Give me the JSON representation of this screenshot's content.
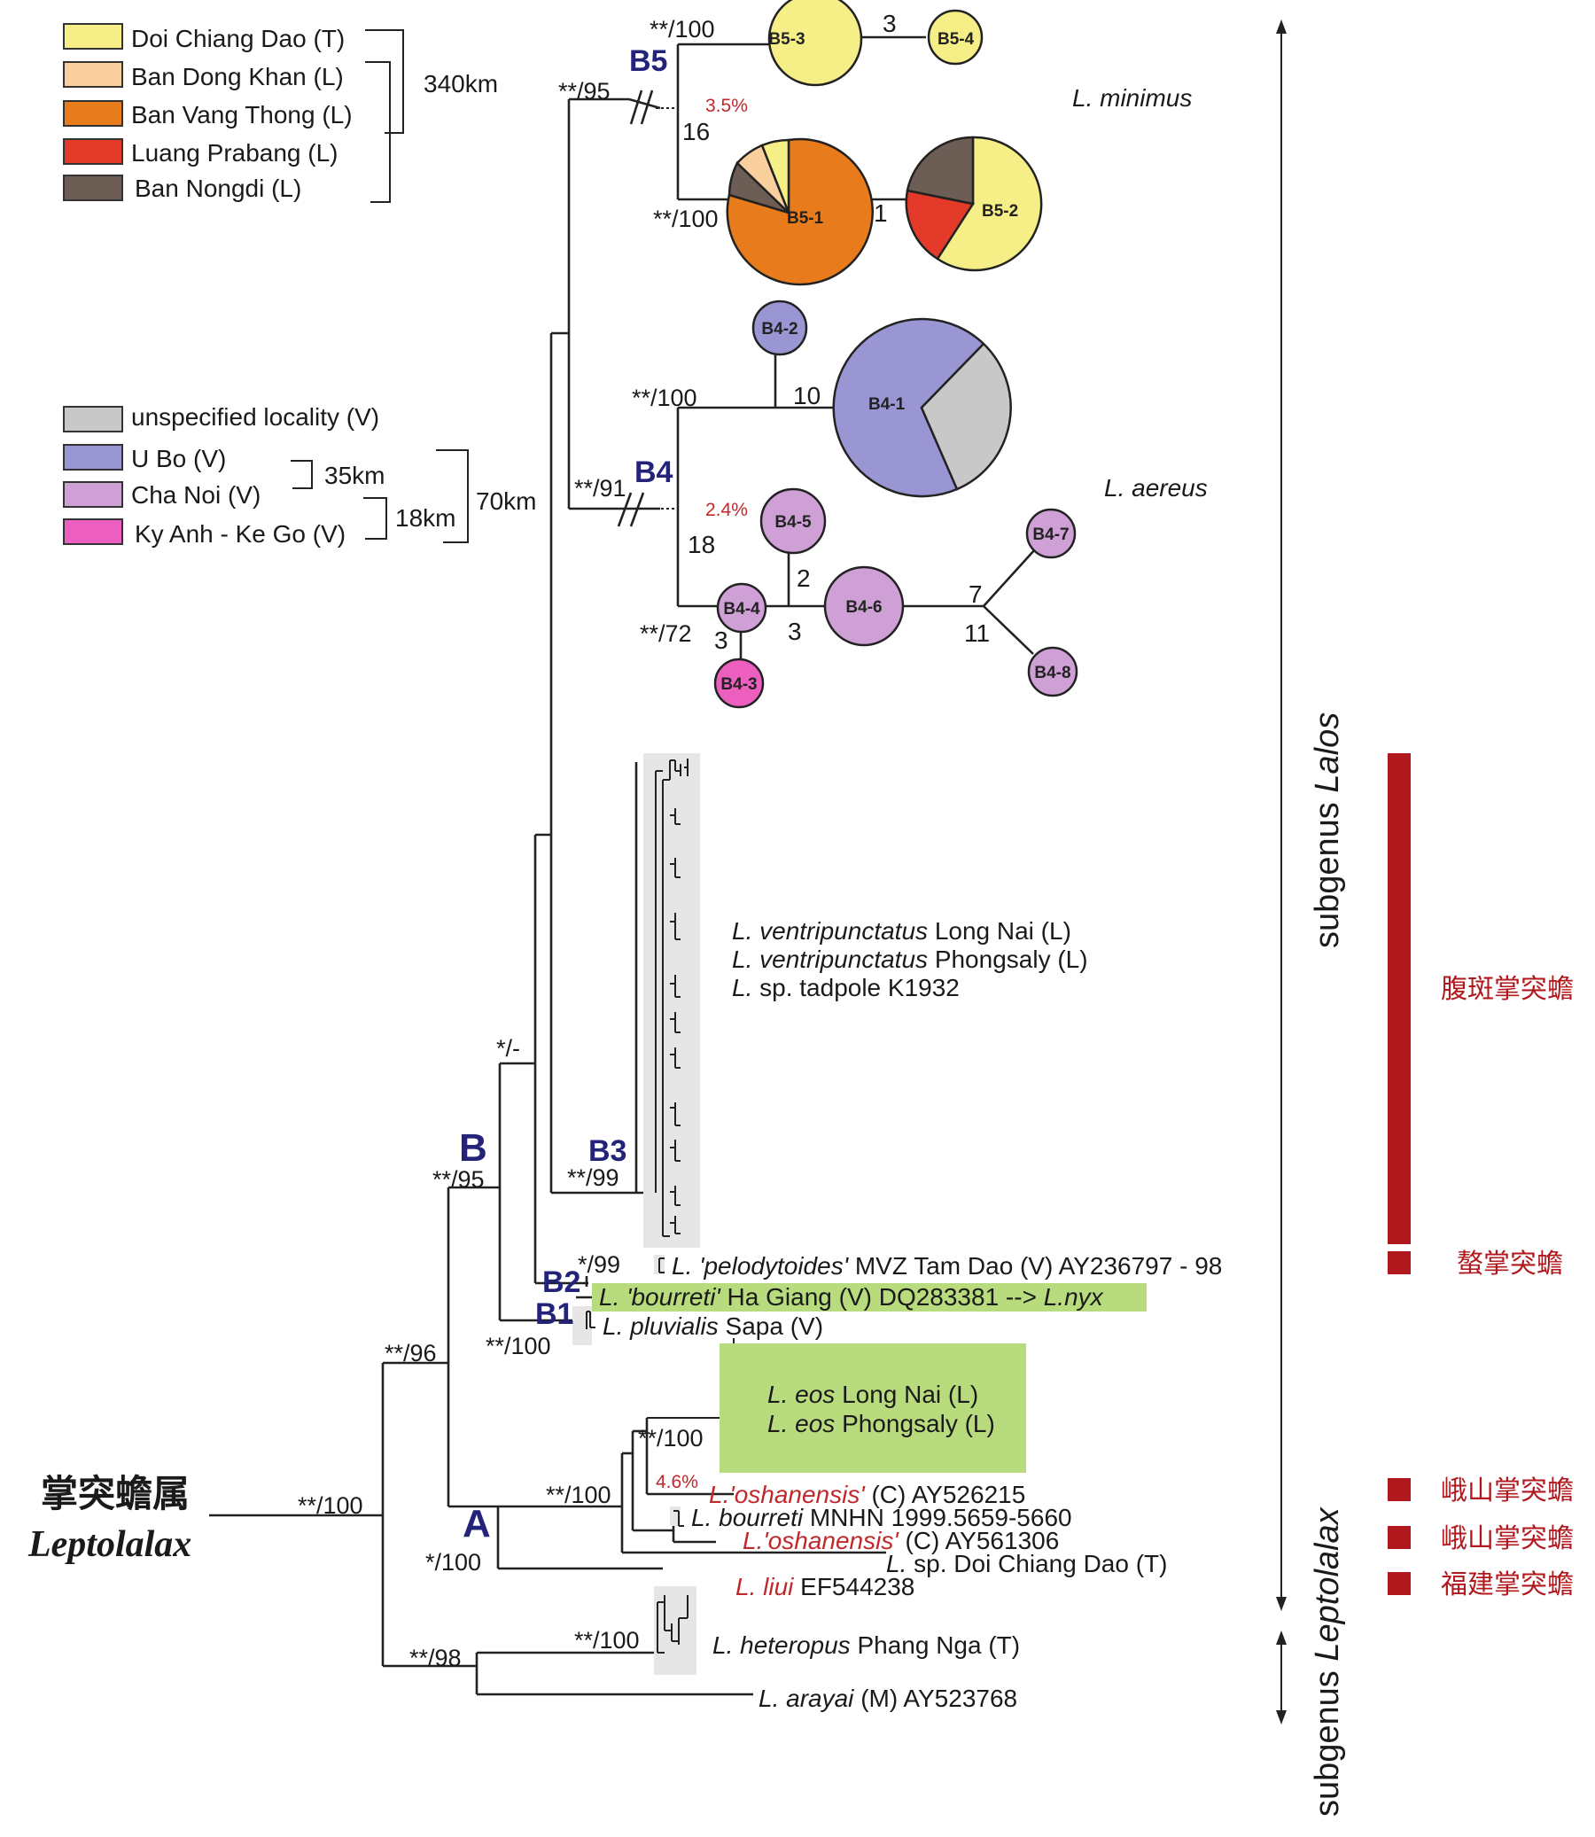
{
  "colors": {
    "yellow": "#f6ee86",
    "light_orange": "#f8cf9d",
    "orange": "#e87b1c",
    "red": "#e43a2a",
    "brown": "#6c5d55",
    "gray": "#c8c8c8",
    "blue_purple": "#9a96d4",
    "light_purple": "#cfa0d6",
    "pink": "#ec5fbe",
    "clade_blue": "#23237a",
    "highlight_green": "#b7db7d",
    "shade_gray": "#e6e6e6",
    "chinese_red": "#b0181d"
  },
  "legend_top": {
    "items": [
      {
        "label": "Doi Chiang Dao (T)",
        "color": "#f6ee86"
      },
      {
        "label": "Ban Dong Khan (L)",
        "color": "#f8cf9d"
      },
      {
        "label": "Ban Vang Thong (L)",
        "color": "#e87b1c"
      },
      {
        "label": "Luang Prabang (L)",
        "color": "#e43a2a"
      },
      {
        "label": "Ban Nongdi (L)",
        "color": "#6c5d55"
      }
    ],
    "distance": "340km"
  },
  "legend_mid": {
    "items": [
      {
        "label": "unspecified locality (V)",
        "color": "#c8c8c8"
      },
      {
        "label": "U Bo (V)",
        "color": "#9a96d4"
      },
      {
        "label": "Cha Noi (V)",
        "color": "#cfa0d6"
      },
      {
        "label": "Ky Anh - Ke Go (V)",
        "color": "#ec5fbe"
      }
    ],
    "distances": [
      "35km",
      "18km",
      "70km"
    ]
  },
  "genus": {
    "chinese": "掌突蟾属",
    "latin": "Leptolalax"
  },
  "clades": {
    "A": "A",
    "B": "B",
    "B1": "B1",
    "B2": "B2",
    "B3": "B3",
    "B4": "B4",
    "B5": "B5"
  },
  "support": {
    "root": "**/100",
    "s96": "**/96",
    "s98": "**/98",
    "A": "*/100",
    "B": "**/95",
    "star_dash": "*/-",
    "B3": "**/99",
    "B2": "*/99",
    "B1": "**/100",
    "eos": "**/100",
    "A_inner": "**/100",
    "heteropus": "**/100",
    "B5_stem": "**/95",
    "B5_top": "**/100",
    "B5_bottom": "**/100",
    "B4_stem": "**/91",
    "B4_top": "**/100",
    "B4_bottom": "**/72"
  },
  "divergence": {
    "B5": "3.5%",
    "B4": "2.4%",
    "eos": "4.6%"
  },
  "haplotypes": {
    "B5_1": "B5-1",
    "B5_2": "B5-2",
    "B5_3": "B5-3",
    "B5_4": "B5-4",
    "B4_1": "B4-1",
    "B4_2": "B4-2",
    "B4_3": "B4-3",
    "B4_4": "B4-4",
    "B4_5": "B4-5",
    "B4_6": "B4-6",
    "B4_7": "B4-7",
    "B4_8": "B4-8"
  },
  "steps": {
    "b5_34": "3",
    "b5_stem": "16",
    "b5_12": "1",
    "b4_top": "10",
    "b4_stem": "18",
    "b4_45": "2",
    "b4_46": "3",
    "b4_43": "3",
    "b4_67": "7",
    "b4_68": "11"
  },
  "species": {
    "minimus": "L. minimus",
    "aereus": "L. aereus",
    "vent1_sp": "L. ventripunctatus",
    "vent1_loc": "Long Nai (L)",
    "vent2_sp": "L. ventripunctatus",
    "vent2_loc": "Phongsaly (L)",
    "tad_sp": "L.",
    "tad_loc": "sp. tadpole K1932",
    "pelo_sp": "L. 'pelodytoides'",
    "pelo_loc": "MVZ Tam Dao (V) AY236797 - 98",
    "bourreti_sp": "L. 'bourreti'",
    "bourreti_loc": "Ha Giang (V) DQ283381 -->",
    "bourreti_nyx": "L.nyx",
    "pluvialis_sp": "L. pluvialis",
    "pluvialis_loc": "Sapa (V)",
    "eos1_sp": "L. eos",
    "eos1_loc": "Long Nai (L)",
    "eos2_sp": "L. eos",
    "eos2_loc": "Phongsaly (L)",
    "osh1_sp": "L.'oshanensis'",
    "osh1_loc": "(C) AY526215",
    "bmn_sp": "L. bourreti",
    "bmn_loc": "MNHN 1999.5659-5660",
    "osh2_sp": "L.'oshanensis'",
    "osh2_loc": "(C) AY561306",
    "dcd_sp": "L.",
    "dcd_loc": "sp. Doi Chiang Dao (T)",
    "liui_sp": "L. liui",
    "liui_loc": "EF544238",
    "het_sp": "L. heteropus",
    "het_loc": "Phang Nga (T)",
    "arayai_sp": "L. arayai",
    "arayai_loc": "(M) AY523768"
  },
  "subgenera": {
    "lalos_prefix": "subgenus",
    "lalos": "Lalos",
    "lept_prefix": "subgenus",
    "lept": "Leptolalax"
  },
  "chinese_names": {
    "ventripunctatus": "腹斑掌突蟾",
    "pelodytoides": "螯掌突蟾",
    "oshanensis1": "峨山掌突蟾",
    "oshanensis2": "峨山掌突蟾",
    "liui": "福建掌突蟾"
  }
}
